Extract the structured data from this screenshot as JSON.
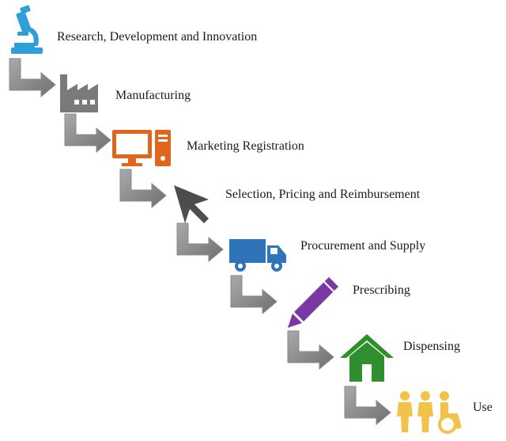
{
  "steps": [
    {
      "label": "Research, Development and Innovation",
      "icon": "microscope-icon",
      "color": "#2f9fd8"
    },
    {
      "label": "Manufacturing",
      "icon": "factory-icon",
      "color": "#7a7a7a"
    },
    {
      "label": "Marketing Registration",
      "icon": "computer-icon",
      "color": "#e0661e"
    },
    {
      "label": "Selection, Pricing and Reimbursement",
      "icon": "cursor-icon",
      "color": "#4d4d4d"
    },
    {
      "label": "Procurement and Supply",
      "icon": "truck-icon",
      "color": "#2f73b8"
    },
    {
      "label": "Prescribing",
      "icon": "pen-icon",
      "color": "#7a3aa5"
    },
    {
      "label": "Dispensing",
      "icon": "house-icon",
      "color": "#2f8f2f"
    },
    {
      "label": "Use",
      "icon": "people-icon",
      "color": "#f2c24a"
    }
  ],
  "connector_color": "#8a8a8a"
}
